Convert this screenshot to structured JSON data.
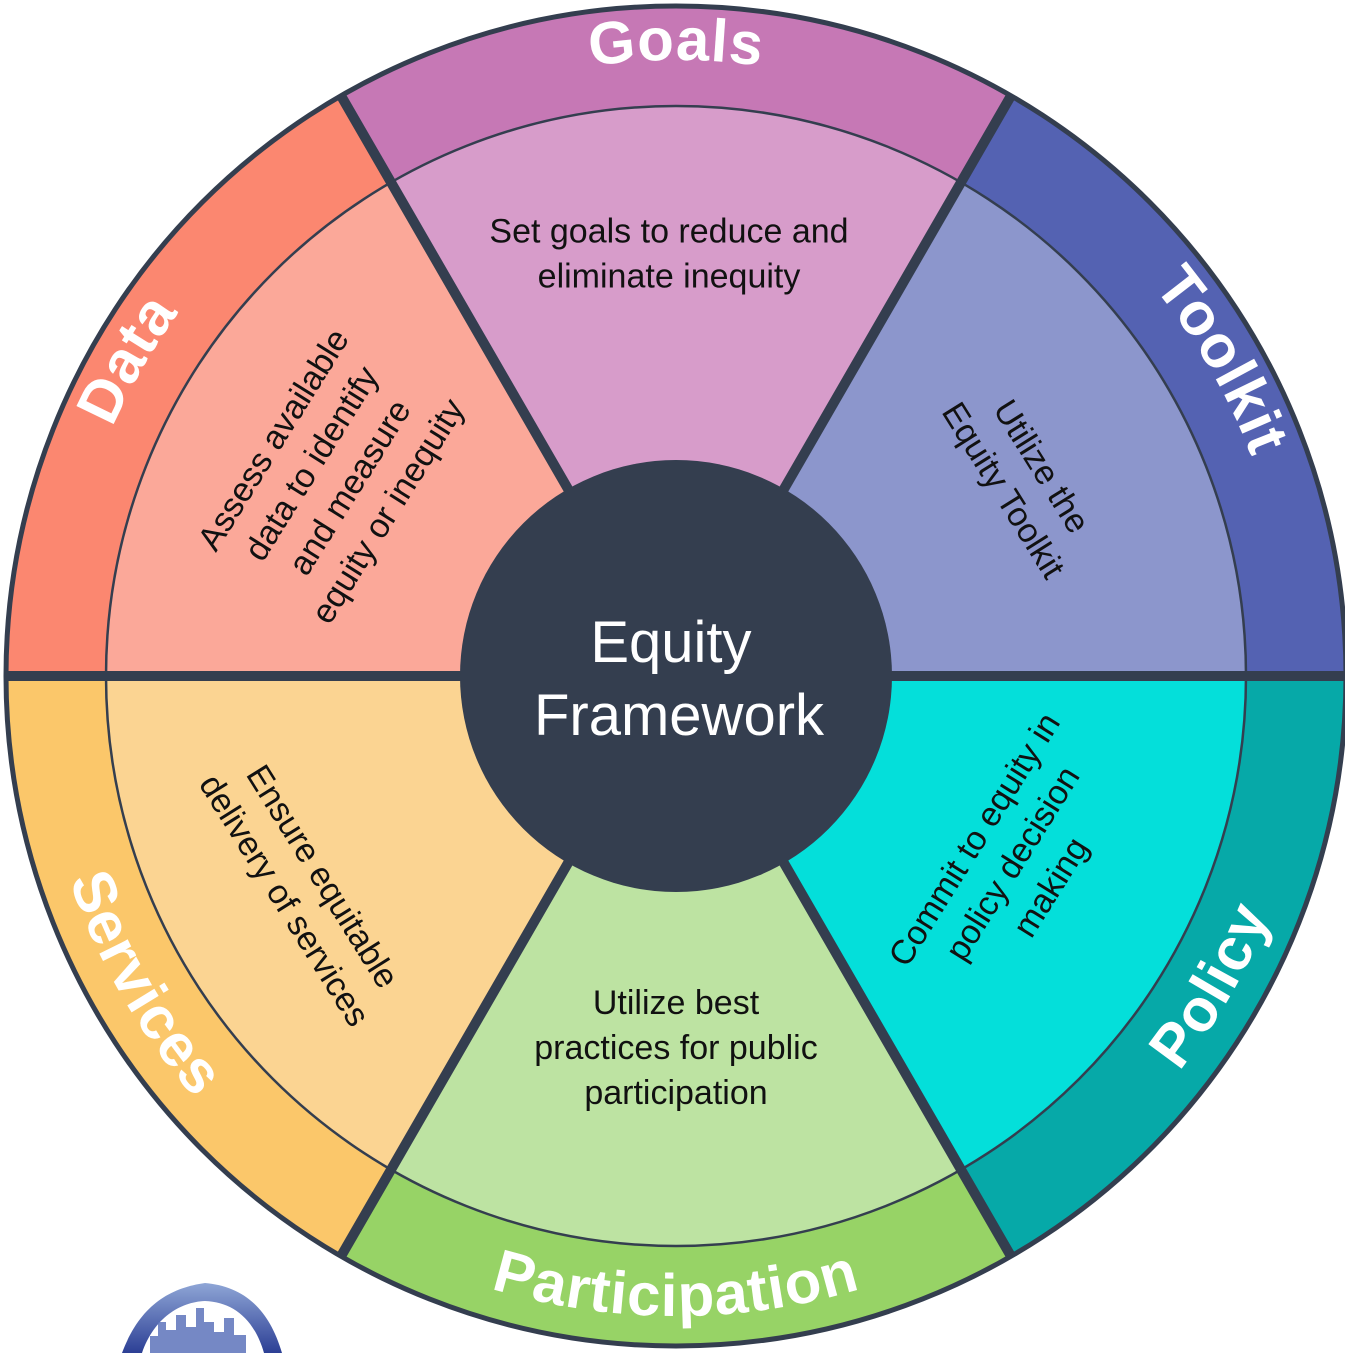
{
  "center": {
    "line1": "Equity",
    "line2": "Framework",
    "color": "#343e4f"
  },
  "divider_color": "#343e4f",
  "segments": [
    {
      "id": "goals",
      "label": "Goals",
      "text": [
        "Set goals to reduce and",
        "eliminate inequity"
      ],
      "outer_color": "#c678b5",
      "inner_color": "#d79cca"
    },
    {
      "id": "toolkit",
      "label": "Toolkit",
      "text": [
        "Utilize the",
        "Equity Toolkit"
      ],
      "outer_color": "#5462b2",
      "inner_color": "#8c96cc"
    },
    {
      "id": "policy",
      "label": "Policy",
      "text": [
        "Commit to equity in",
        "policy decision",
        "making"
      ],
      "outer_color": "#06a9a8",
      "inner_color": "#04dfda"
    },
    {
      "id": "participation",
      "label": "Participation",
      "text": [
        "Utilize best",
        "practices for public",
        "participation"
      ],
      "outer_color": "#97d366",
      "inner_color": "#bde3a2"
    },
    {
      "id": "services",
      "label": "Services",
      "text": [
        "Ensure equitable",
        "delivery of services"
      ],
      "outer_color": "#fbc76a",
      "inner_color": "#fbd492"
    },
    {
      "id": "data",
      "label": "Data",
      "text": [
        "Assess available",
        "data to identify",
        "and measure",
        "equity or inequity"
      ],
      "outer_color": "#fb8770",
      "inner_color": "#fba899"
    }
  ],
  "logo": {
    "icon": "city-skyline-arch-logo-icon"
  }
}
